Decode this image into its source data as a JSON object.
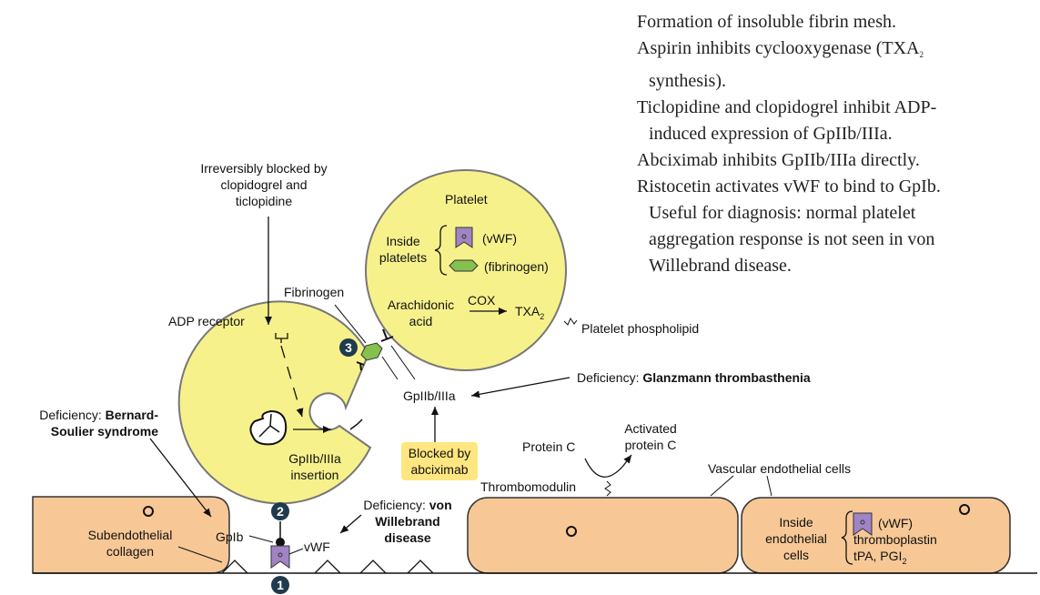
{
  "notes": [
    {
      "text": "Formation of insoluble fibrin mesh."
    },
    {
      "text": "Aspirin inhibits cyclooxygenase (TXA",
      "sub": "2",
      "after": ""
    },
    {
      "text": "synthesis).",
      "indent": true
    },
    {
      "text": "Ticlopidine and clopidogrel inhibit ADP-"
    },
    {
      "text": "induced expression of GpIIb/IIIa.",
      "indent": true
    },
    {
      "text": "Abciximab inhibits GpIIb/IIIa directly."
    },
    {
      "text": "Ristocetin activates vWF to bind to GpIb."
    },
    {
      "text": "Useful for diagnosis: normal platelet",
      "indent": true
    },
    {
      "text": "aggregation response is not seen in von",
      "indent": true
    },
    {
      "text": "Willebrand disease.",
      "indent": true
    }
  ],
  "labels": {
    "irreversibly_blocked": [
      "Irreversibly blocked by",
      "clopidogrel and",
      "ticlopidine"
    ],
    "platelet_title": "Platelet",
    "inside_platelets": [
      "Inside",
      "platelets"
    ],
    "vwf_paren": "(vWF)",
    "fibrinogen_paren": "(fibrinogen)",
    "arachidonic_acid": [
      "Arachidonic",
      "acid"
    ],
    "cox": "COX",
    "txa": "TXA",
    "txa_sub": "2",
    "platelet_phospholipid": "Platelet phospholipid",
    "fibrinogen": "Fibrinogen",
    "adp_receptor": "ADP receptor",
    "gpiib_iiia": "GpIIb/IIIa",
    "deficiency_prefix": "Deficiency: ",
    "glanzmann": "Glanzmann thrombasthenia",
    "bernard_soulier": [
      "Bernard-",
      "Soulier syndrome"
    ],
    "gpiib_insertion": [
      "GpIIb/IIIa",
      "insertion"
    ],
    "blocked_by": [
      "Blocked by",
      "abciximab"
    ],
    "protein_c": "Protein C",
    "activated_protein_c": [
      "Activated",
      "protein C"
    ],
    "thrombomodulin": "Thrombomodulin",
    "vascular_endothelial": "Vascular endothelial cells",
    "subendothelial_collagen": [
      "Subendothelial",
      "collagen"
    ],
    "gpib": "GpIb",
    "vwf": "vWF",
    "von_willebrand": [
      "von",
      "Willebrand",
      "disease"
    ],
    "inside_endothelial": [
      "Inside",
      "endothelial",
      "cells"
    ],
    "endothelial_contents": [
      "(vWF)",
      "thromboplastin",
      "tPA, PGI"
    ],
    "pgi_sub": "2",
    "step_numbers": [
      "1",
      "2",
      "3"
    ]
  },
  "colors": {
    "platelet_fill": "#f7f18c",
    "cell_fill": "#f7c896",
    "vwf_purple": "#a184c4",
    "fibrinogen_green": "#86c04f",
    "highlight_yellow": "#ffe680",
    "number_badge": "#1f3b4d"
  }
}
